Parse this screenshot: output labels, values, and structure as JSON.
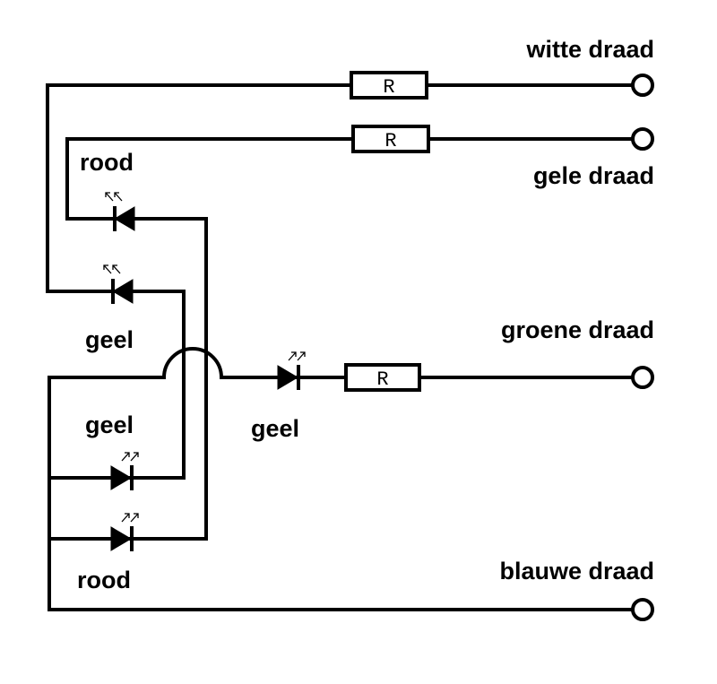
{
  "wires": {
    "white": "witte draad",
    "yellow": "gele draad",
    "green": "groene draad",
    "blue": "blauwe draad"
  },
  "resistor_label": "R",
  "leds": {
    "top_red": "rood",
    "top_yellow": "geel",
    "lower_yellow": "geel",
    "lower_red": "rood",
    "middle_yellow": "geel"
  }
}
